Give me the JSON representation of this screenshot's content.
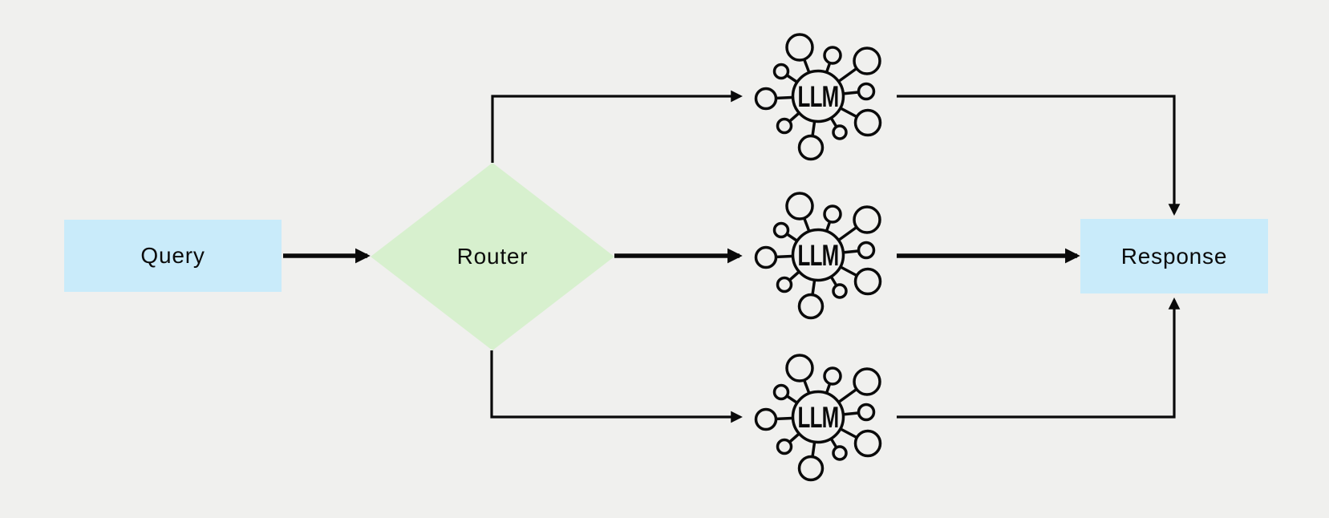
{
  "diagram": {
    "nodes": {
      "query": {
        "label": "Query",
        "shape": "rectangle",
        "fill": "#C9EBFA"
      },
      "router": {
        "label": "Router",
        "shape": "diamond",
        "fill": "#D7F0CE"
      },
      "llm": {
        "label": "LLM",
        "shape": "hub-network-icon",
        "count": 3
      },
      "response": {
        "label": "Response",
        "shape": "rectangle",
        "fill": "#C9EBFA"
      }
    },
    "icons": {
      "llm": "network-hub-icon"
    },
    "colors": {
      "background": "#F0F0EE",
      "box_blue": "#C9EBFA",
      "diamond_green": "#D7F0CE",
      "line_black": "#0a0a0a"
    },
    "connections": [
      {
        "from": "query",
        "to": "router",
        "style": "thick"
      },
      {
        "from": "router",
        "to": "llm-top",
        "style": "thin"
      },
      {
        "from": "router",
        "to": "llm-middle",
        "style": "thick"
      },
      {
        "from": "router",
        "to": "llm-bottom",
        "style": "thin"
      },
      {
        "from": "llm-top",
        "to": "response",
        "style": "thin"
      },
      {
        "from": "llm-middle",
        "to": "response",
        "style": "thick"
      },
      {
        "from": "llm-bottom",
        "to": "response",
        "style": "thin"
      }
    ]
  }
}
